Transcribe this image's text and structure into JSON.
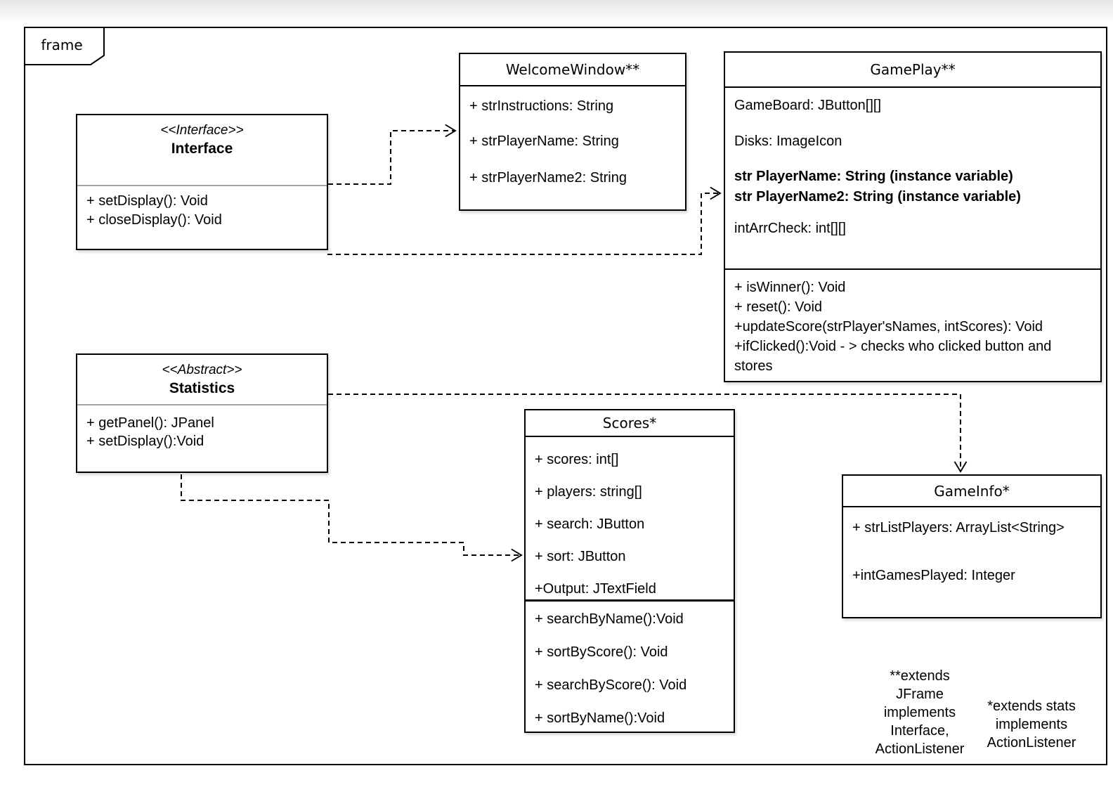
{
  "frame": {
    "label": "frame"
  },
  "classes": {
    "interface": {
      "stereotype": "<<Interface>>",
      "name": "Interface",
      "methods": [
        "+ setDisplay(): Void",
        "+ closeDisplay(): Void"
      ]
    },
    "welcome_window": {
      "name": "WelcomeWindow**",
      "attributes": [
        "+ strInstructions: String",
        "+ strPlayerName: String",
        "+ strPlayerName2: String"
      ]
    },
    "gameplay": {
      "name": "GamePlay**",
      "attributes": [
        "GameBoard: JButton[][]",
        "Disks: ImageIcon",
        "str PlayerName: String (instance variable)",
        "str PlayerName2: String (instance variable)",
        "intArrCheck: int[][]"
      ],
      "methods": [
        "+ isWinner(): Void",
        "+ reset(): Void",
        "+updateScore(strPlayer'sNames, intScores): Void",
        "+ifClicked():Void - > checks who clicked button and stores"
      ]
    },
    "statistics": {
      "stereotype": "<<Abstract>>",
      "name": "Statistics",
      "methods": [
        "+ getPanel(): JPanel",
        "+ setDisplay():Void"
      ]
    },
    "scores": {
      "name": "Scores*",
      "attributes": [
        "+ scores: int[]",
        "+ players: string[]",
        "+ search: JButton",
        "+ sort: JButton",
        "+Output: JTextField"
      ],
      "methods": [
        "+ searchByName():Void",
        "+ sortByScore(): Void",
        "+ searchByScore(): Void",
        "+ sortByName():Void"
      ]
    },
    "gameinfo": {
      "name": "GameInfo*",
      "attributes": [
        "+ strListPlayers: ArrayList<String>",
        "+intGamesPlayed: Integer"
      ]
    }
  },
  "notes": {
    "double_star": [
      "**extends",
      "JFrame",
      "implements",
      "Interface,",
      "ActionListener"
    ],
    "single_star": [
      "*extends stats",
      "implements",
      "ActionListener"
    ]
  },
  "colors": {
    "stroke": "#000000",
    "divider_gray": "#a3a3a3",
    "background": "#ffffff",
    "top_gradient": "#e6e6e6"
  }
}
